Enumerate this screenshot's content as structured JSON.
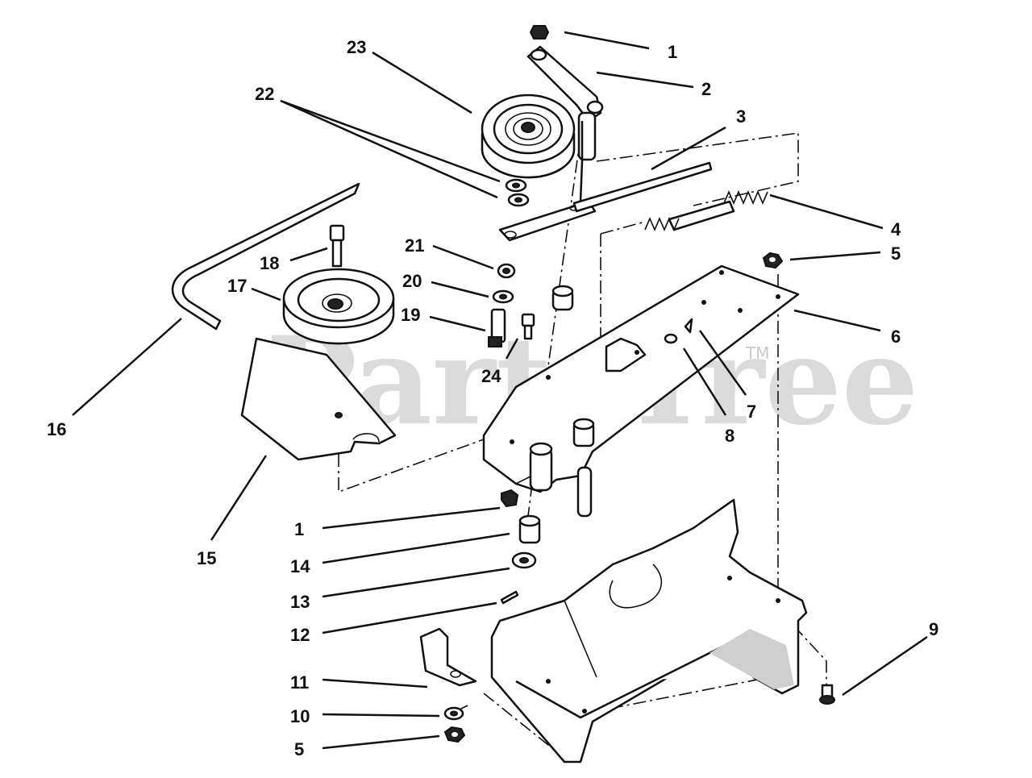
{
  "watermark": {
    "text": "PartsTree",
    "trademark": "TM"
  },
  "callouts": [
    {
      "id": "c1a",
      "label": "1"
    },
    {
      "id": "c2",
      "label": "2"
    },
    {
      "id": "c3",
      "label": "3"
    },
    {
      "id": "c4",
      "label": "4"
    },
    {
      "id": "c5a",
      "label": "5"
    },
    {
      "id": "c6",
      "label": "6"
    },
    {
      "id": "c7",
      "label": "7"
    },
    {
      "id": "c8",
      "label": "8"
    },
    {
      "id": "c9",
      "label": "9"
    },
    {
      "id": "c1b",
      "label": "1"
    },
    {
      "id": "c5b",
      "label": "5"
    },
    {
      "id": "c10",
      "label": "10"
    },
    {
      "id": "c11",
      "label": "11"
    },
    {
      "id": "c12",
      "label": "12"
    },
    {
      "id": "c13",
      "label": "13"
    },
    {
      "id": "c14",
      "label": "14"
    },
    {
      "id": "c15",
      "label": "15"
    },
    {
      "id": "c16",
      "label": "16"
    },
    {
      "id": "c17",
      "label": "17"
    },
    {
      "id": "c18",
      "label": "18"
    },
    {
      "id": "c19",
      "label": "19"
    },
    {
      "id": "c20",
      "label": "20"
    },
    {
      "id": "c21",
      "label": "21"
    },
    {
      "id": "c22",
      "label": "22"
    },
    {
      "id": "c23",
      "label": "23"
    },
    {
      "id": "c24",
      "label": "24"
    }
  ]
}
